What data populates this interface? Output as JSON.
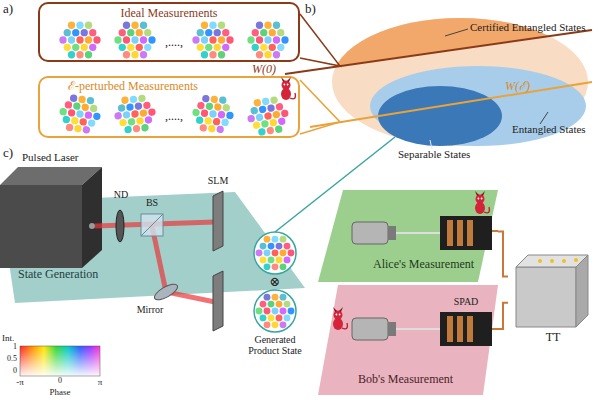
{
  "diagram": {
    "nodes": [
      {
        "text": [
          "Ideal Measurements"
        ]
      },
      {
        "text": [
          "ℰ-perturbed Measurements"
        ]
      },
      {
        "text": [
          "State Generation"
        ]
      },
      {
        "text": [
          "Alice's Measurement"
        ]
      },
      {
        "text": [
          "Bob's Measurement"
        ]
      },
      {
        "text": [
          "TT"
        ]
      },
      {
        "text": [
          "Generated Product State"
        ]
      }
    ],
    "edges": [
      {
        "from": 3,
        "to": 5,
        "arrow": "none"
      },
      {
        "from": 4,
        "to": 5,
        "arrow": "none"
      }
    ],
    "labels": [
      "a)",
      "b)",
      "c)",
      "W(0)",
      "W(ℰ)",
      "Certified Entangled States",
      "Entangled States",
      "Separable States",
      ",....,",
      ",....,",
      "Pulsed Laser",
      "ND",
      "BS",
      "SLM",
      "Mirror",
      "⊗",
      "SPAD",
      "Int.",
      "1",
      "0.5",
      "0",
      "Phase",
      "-π",
      "0",
      "π"
    ]
  }
}
